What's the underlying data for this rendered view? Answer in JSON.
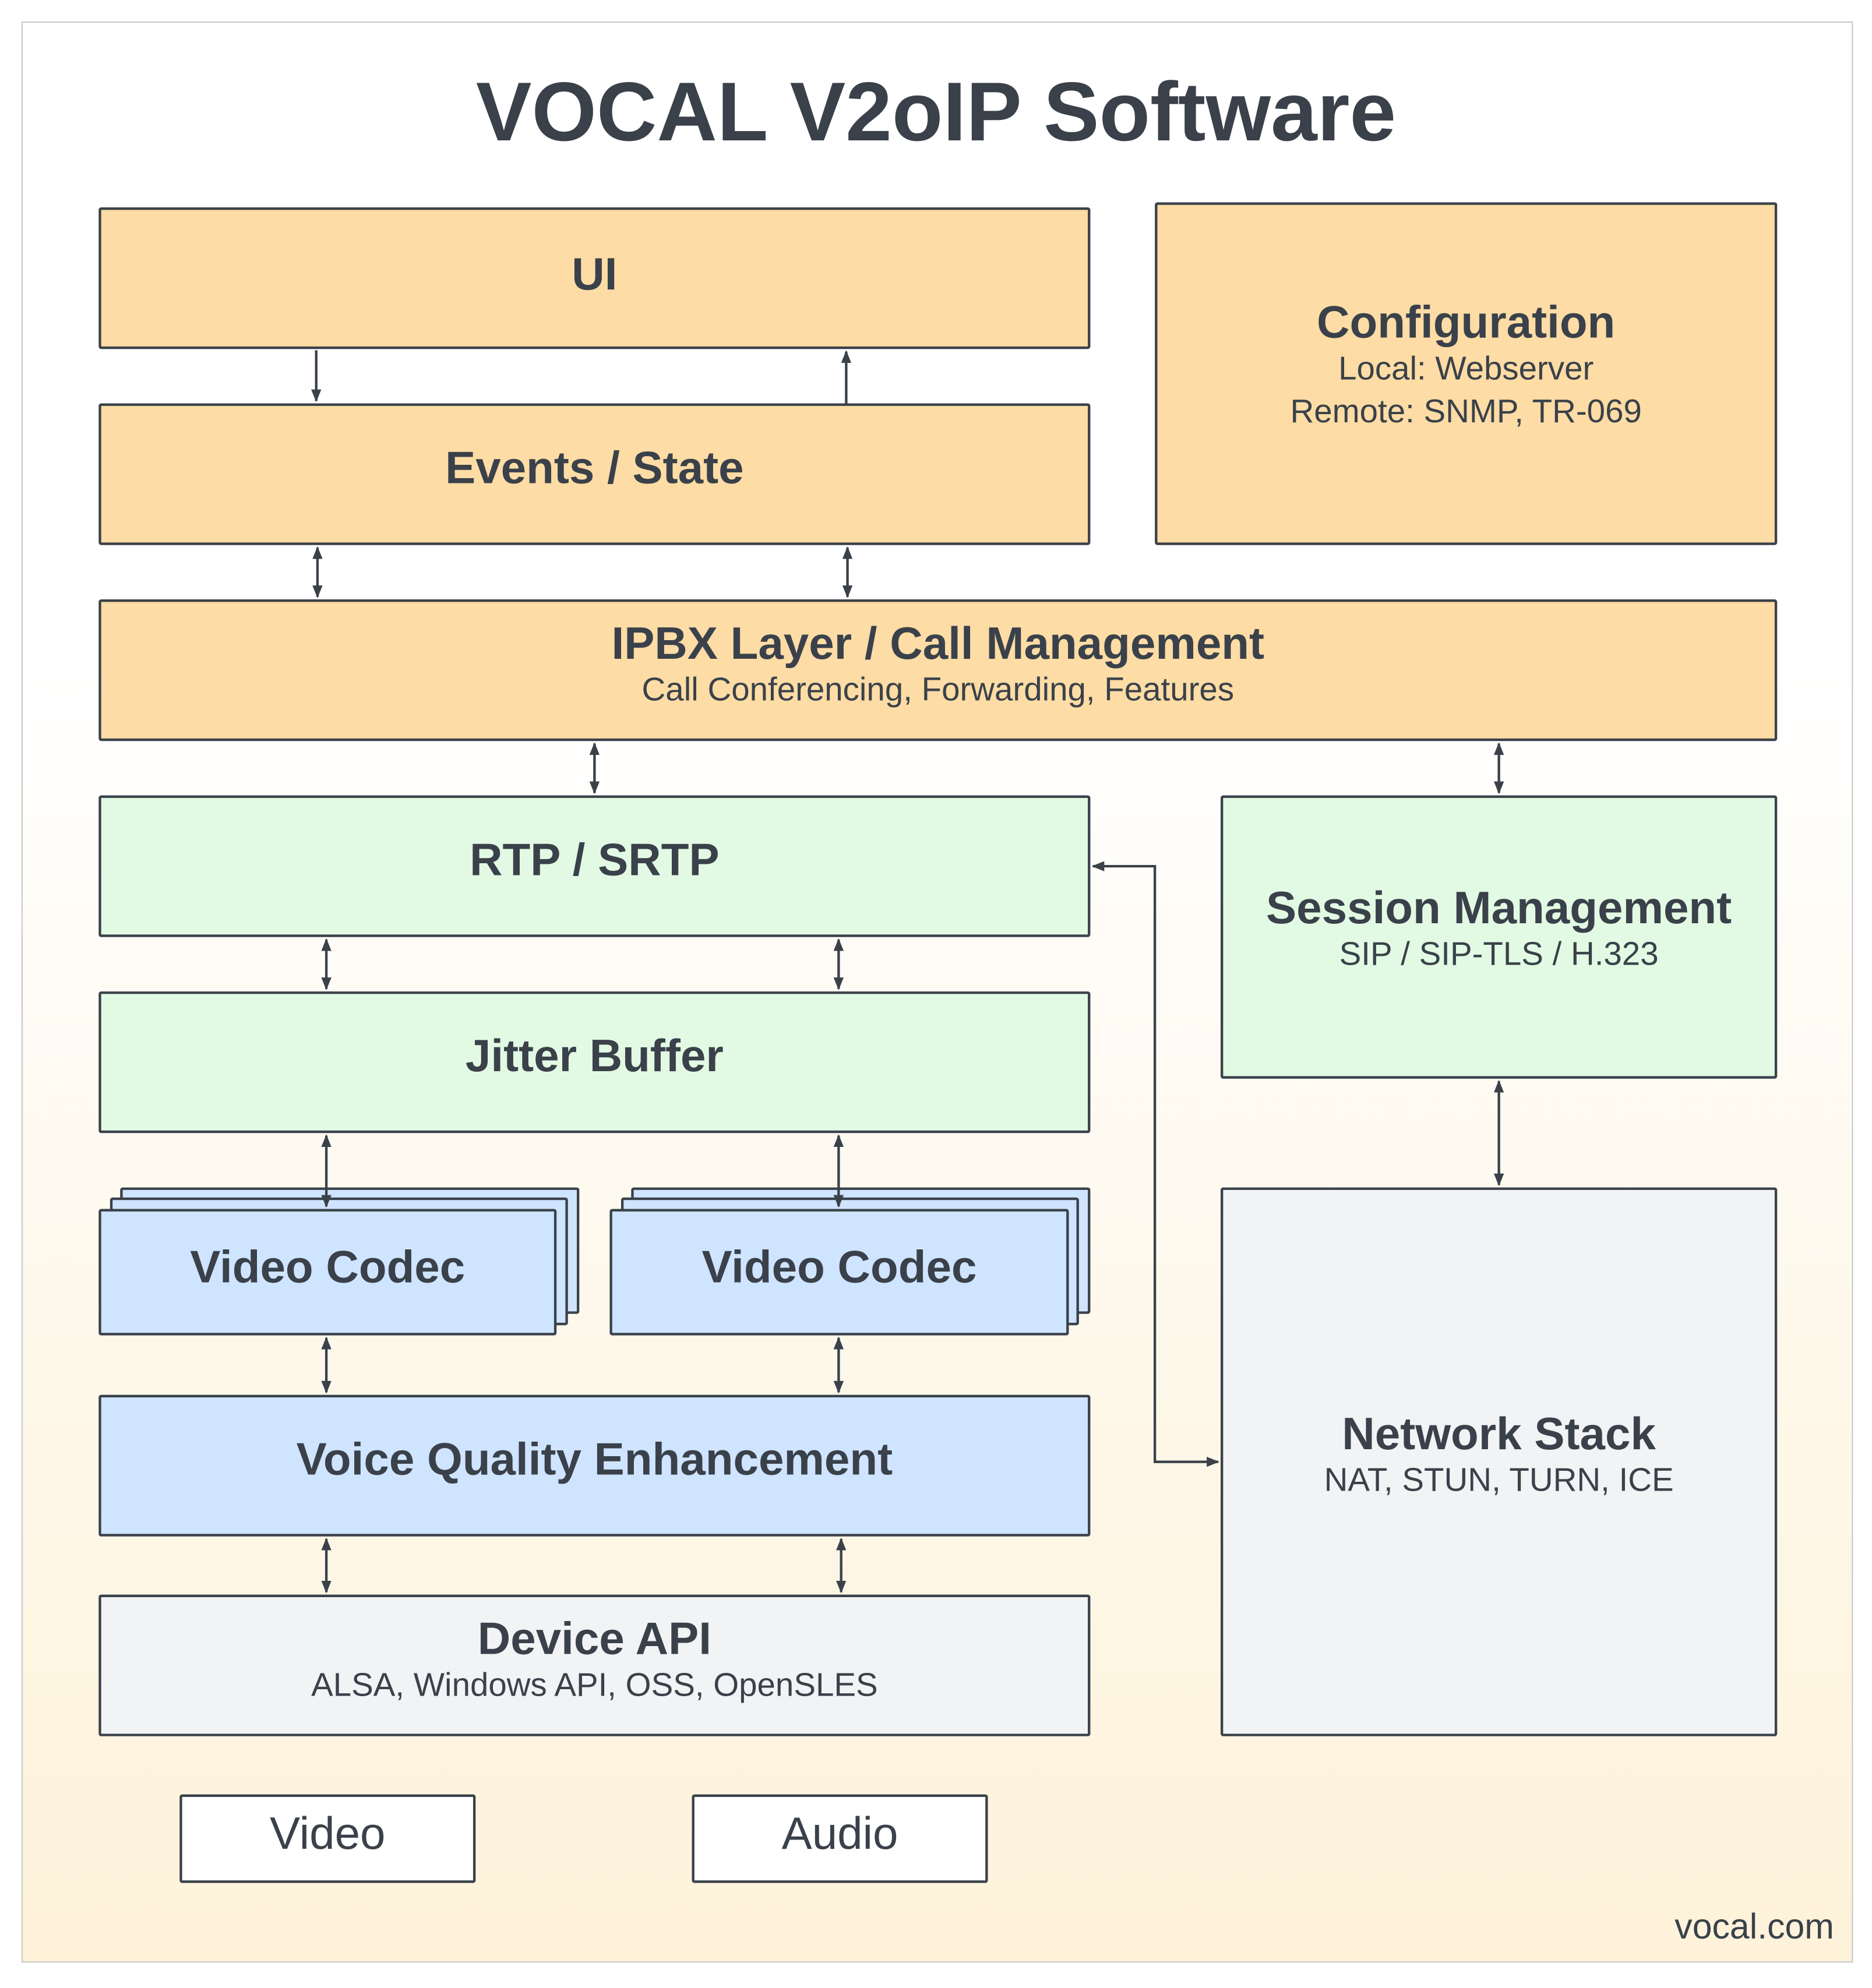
{
  "title": "VOCAL V2oIP Software",
  "blocks": {
    "ui": {
      "title": "UI"
    },
    "configuration": {
      "title": "Configuration",
      "line1": "Local: Webserver",
      "line2": "Remote: SNMP, TR-069"
    },
    "events": {
      "title": "Events / State"
    },
    "ipbx": {
      "title": "IPBX Layer / Call Management",
      "subtitle": "Call Conferencing, Forwarding, Features"
    },
    "rtp": {
      "title": "RTP / SRTP"
    },
    "session": {
      "title": "Session Management",
      "subtitle": "SIP / SIP-TLS / H.323"
    },
    "jitter": {
      "title": "Jitter Buffer"
    },
    "codec_left": {
      "title": "Video Codec"
    },
    "codec_right": {
      "title": "Video Codec"
    },
    "vqe": {
      "title": "Voice Quality Enhancement"
    },
    "device": {
      "title": "Device API",
      "subtitle": "ALSA, Windows API, OSS, OpenSLES"
    },
    "network": {
      "title": "Network Stack",
      "subtitle": "NAT, STUN, TURN, ICE"
    }
  },
  "legend": {
    "video": "Video",
    "audio": "Audio"
  },
  "footer": "vocal.com",
  "colors": {
    "layer": "#fddca5",
    "transport": "#e2fae3",
    "media": "#cfe4ff",
    "system": "#f2f3f5",
    "ink": "#3a414a"
  }
}
